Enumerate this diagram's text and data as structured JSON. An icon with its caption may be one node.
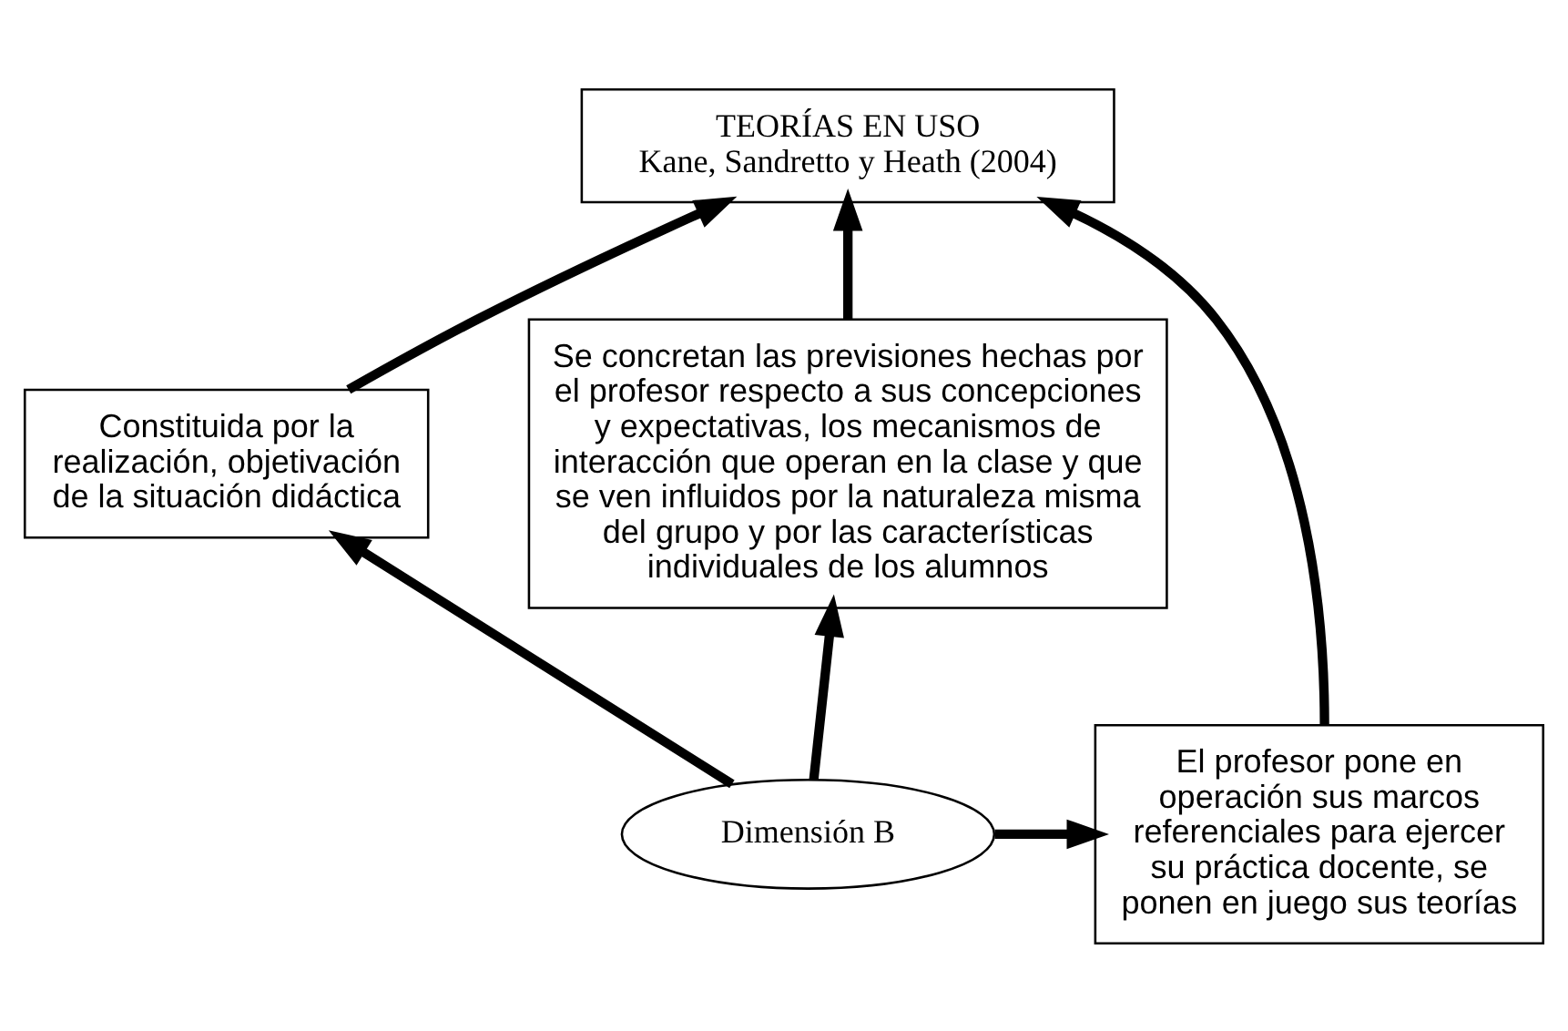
{
  "diagram": {
    "nodes": [
      {
        "text": [
          "TEORÍAS EN USO",
          "Kane, Sandretto y Heath (2004)"
        ]
      },
      {
        "text": [
          "Constituida por la realización, objetivación de la situación didáctica"
        ]
      },
      {
        "text": [
          "Se concretan las previsiones hechas por el profesor respecto a sus concepciones y expectativas, los mecanismos de interacción que operan en la clase y que se ven influidos por la naturaleza misma del grupo y por las características individuales de los alumnos"
        ]
      },
      {
        "text": [
          "Dimensión B"
        ]
      },
      {
        "text": [
          "El profesor pone en operación sus marcos referenciales para ejercer su práctica docente, se ponen en juego sus teorías"
        ]
      }
    ],
    "edges": [
      {
        "from": 1,
        "to": 0,
        "arrow": "to"
      },
      {
        "from": 2,
        "to": 0,
        "arrow": "to"
      },
      {
        "from": 4,
        "to": 0,
        "arrow": "to"
      },
      {
        "from": 3,
        "to": 1,
        "arrow": "to"
      },
      {
        "from": 3,
        "to": 2,
        "arrow": "to"
      },
      {
        "from": 3,
        "to": 4,
        "arrow": "to"
      }
    ]
  }
}
